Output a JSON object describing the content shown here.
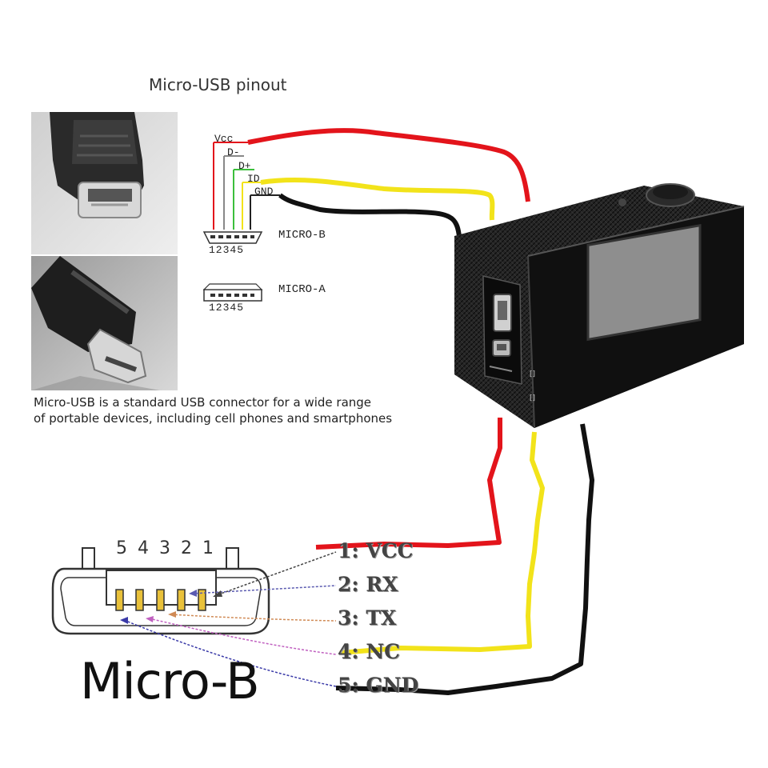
{
  "title": "Micro-USB pinout",
  "description": {
    "line1": "Micro-USB is a standard USB connector for a wide range",
    "line2": "of portable devices, including cell phones and smartphones"
  },
  "small_diagram": {
    "signals": [
      "Vcc",
      "D-",
      "D+",
      "ID",
      "GND"
    ],
    "micro_b_label": "MICRO-B",
    "micro_a_label": "MICRO-A",
    "pin_numbers": "12345"
  },
  "connector": {
    "pin_order": "5 4 3 2 1",
    "label": "Micro-B"
  },
  "pins": [
    {
      "label": "1: VCC",
      "wire": "#e3141b"
    },
    {
      "label": "2: RX",
      "wire": "none"
    },
    {
      "label": "3: TX",
      "wire": "none"
    },
    {
      "label": "4: NC",
      "wire": "#f2e31a"
    },
    {
      "label": "5: GND",
      "wire": "#111111"
    }
  ],
  "colors": {
    "vcc": "#e3141b",
    "data_minus": "#ffffff",
    "data_plus": "#3bbf3b",
    "id": "#f2e31a",
    "gnd": "#111111",
    "camera_body": "#1a1a1a",
    "screen": "#8e8e8e"
  },
  "icons": [
    "micro-usb-plug-photo",
    "action-camera",
    "micro-b-receptacle"
  ]
}
